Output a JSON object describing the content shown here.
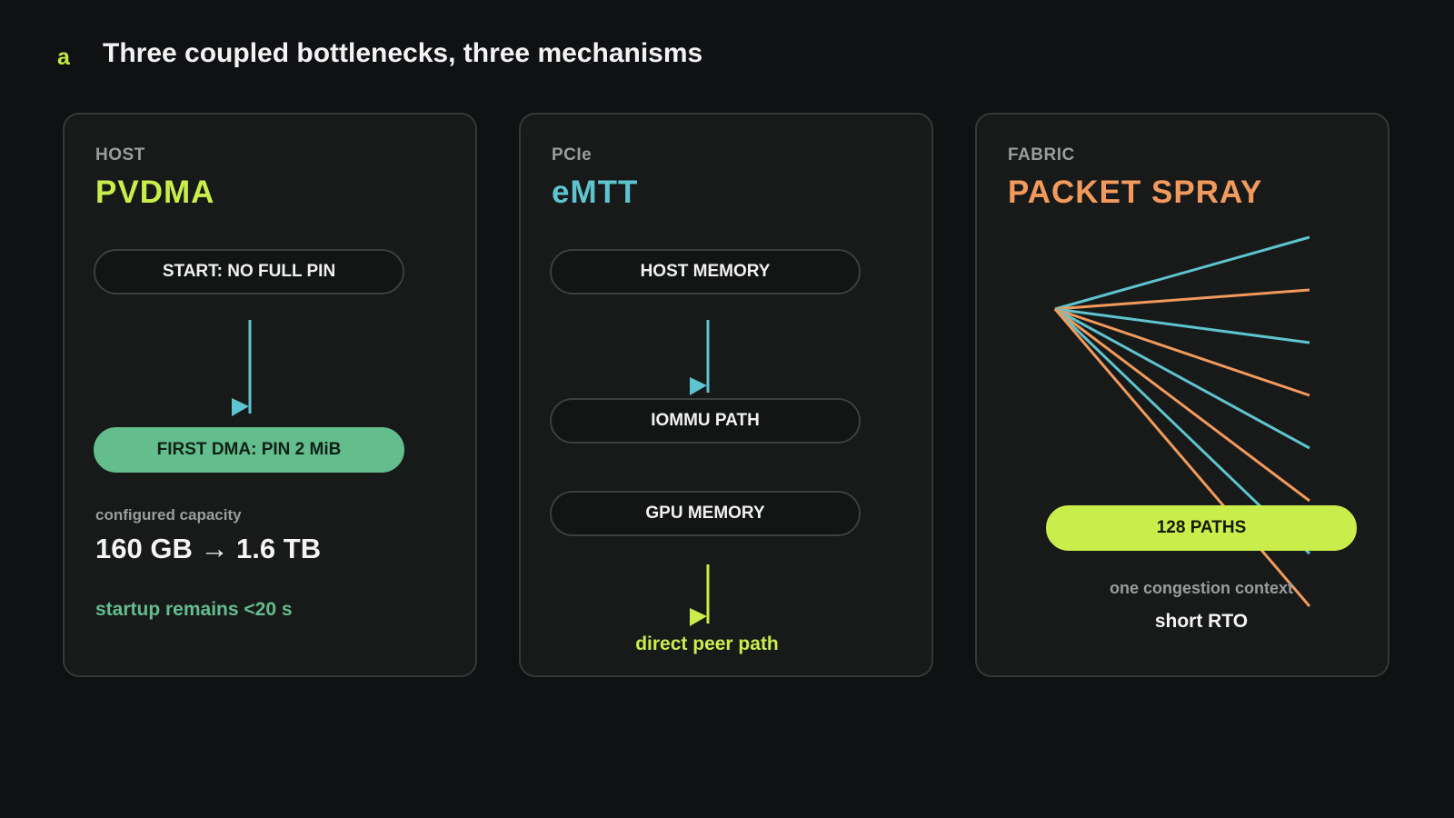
{
  "header": {
    "panel_letter": "a",
    "title": "Three coupled bottlenecks, three mechanisms"
  },
  "colors": {
    "background": "#0f1113",
    "card": "#181a1a",
    "lime": "#c9ee4b",
    "teal": "#5ec4cf",
    "orange": "#f29a5c",
    "green": "#63bd8c"
  },
  "cards": {
    "host": {
      "label": "HOST",
      "name": "PVDMA",
      "step1": "START: NO FULL PIN",
      "step2": "FIRST DMA: PIN 2 MiB",
      "capacity_label": "configured capacity",
      "capacity_value": "160 GB → 1.6 TB",
      "note": "startup remains <20 s"
    },
    "pcie": {
      "label": "PCIe",
      "name": "eMTT",
      "step1": "HOST MEMORY",
      "step2": "IOMMU PATH",
      "step3": "GPU MEMORY",
      "note": "direct peer path"
    },
    "fabric": {
      "label": "FABRIC",
      "name": "PACKET SPRAY",
      "paths": "128 PATHS",
      "context": "one congestion context",
      "rto": "short RTO"
    }
  }
}
